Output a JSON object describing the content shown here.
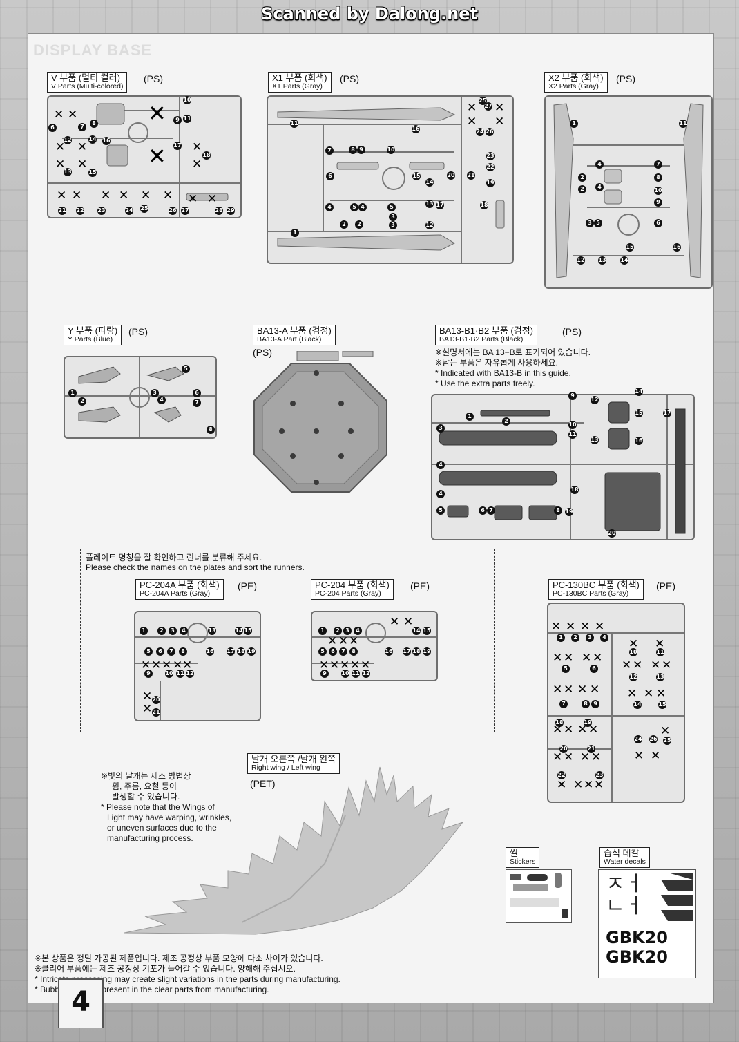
{
  "watermark": "Scanned by Dalong.net",
  "ghost_title": "DISPLAY BASE",
  "runners": {
    "V": {
      "ko": "V 부품 (멀티 컬러)",
      "en": "V Parts (Multi-colored)",
      "material": "(PS)"
    },
    "X1": {
      "ko": "X1 부품 (회색)",
      "en": "X1 Parts (Gray)",
      "material": "(PS)"
    },
    "X2": {
      "ko": "X2 부품 (회색)",
      "en": "X2 Parts (Gray)",
      "material": "(PS)"
    },
    "Y": {
      "ko": "Y 부품 (파랑)",
      "en": "Y Parts (Blue)",
      "material": "(PS)"
    },
    "BA13A": {
      "ko": "BA13-A 부품 (검정)",
      "en": "BA13-A Part (Black)",
      "material": "(PS)"
    },
    "BA13B": {
      "ko": "BA13-B1·B2 부품 (검정)",
      "en": "BA13-B1·B2 Parts (Black)",
      "material": "(PS)"
    },
    "PC204A": {
      "ko": "PC-204A 부품 (회색)",
      "en": "PC-204A Parts (Gray)",
      "material": "(PE)"
    },
    "PC204": {
      "ko": "PC-204 부품 (회색)",
      "en": "PC-204 Parts (Gray)",
      "material": "(PE)"
    },
    "PC130BC": {
      "ko": "PC-130BC 부품 (회색)",
      "en": "PC-130BC Parts (Gray)",
      "material": "(PE)"
    },
    "wing": {
      "ko": "날개 오른쪽 /날개 왼쪽",
      "en": "Right wing / Left wing",
      "material": "(PET)"
    }
  },
  "ba13b_notes": [
    "※설명서에는 BA 13−B로 표기되어 있습니다.",
    "※남는 부품은 자유롭게 사용하세요.",
    "* Indicated with  BA13-B in this guide.",
    "* Use the extra parts freely."
  ],
  "sort_notes": {
    "ko": "플레이트 명칭을 잘 확인하고 런너를 분류해 주세요.",
    "en": "Please check the names on the plates and sort the runners."
  },
  "wing_notes": [
    "※빛의 날개는 제조 방법상",
    "휨, 주름, 요철 등이",
    "발생할 수 있습니다.",
    "* Please note that the Wings of",
    "Light may have warping, wrinkles,",
    "or uneven surfaces due to the",
    "manufacturing process."
  ],
  "stickers": {
    "ko": "씰",
    "en": "Stickers"
  },
  "water_decals": {
    "ko": "습식 데칼",
    "en": "Water decals",
    "logo1": "GBK20",
    "logo2": "GBK20"
  },
  "bottom_notes": [
    "※본 상품은 정밀 가공된 제품입니다. 제조 공정상 부품 모양에 다소 차이가 있습니다.",
    "※클리어 부품에는 제조 공정상 기포가 들어갈 수 있습니다. 양해해 주십시오.",
    "* Intricate processing may create slight variations in the parts during manufacturing.",
    "* Bubbles may be present in the clear parts from manufacturing."
  ],
  "page_number": "4"
}
